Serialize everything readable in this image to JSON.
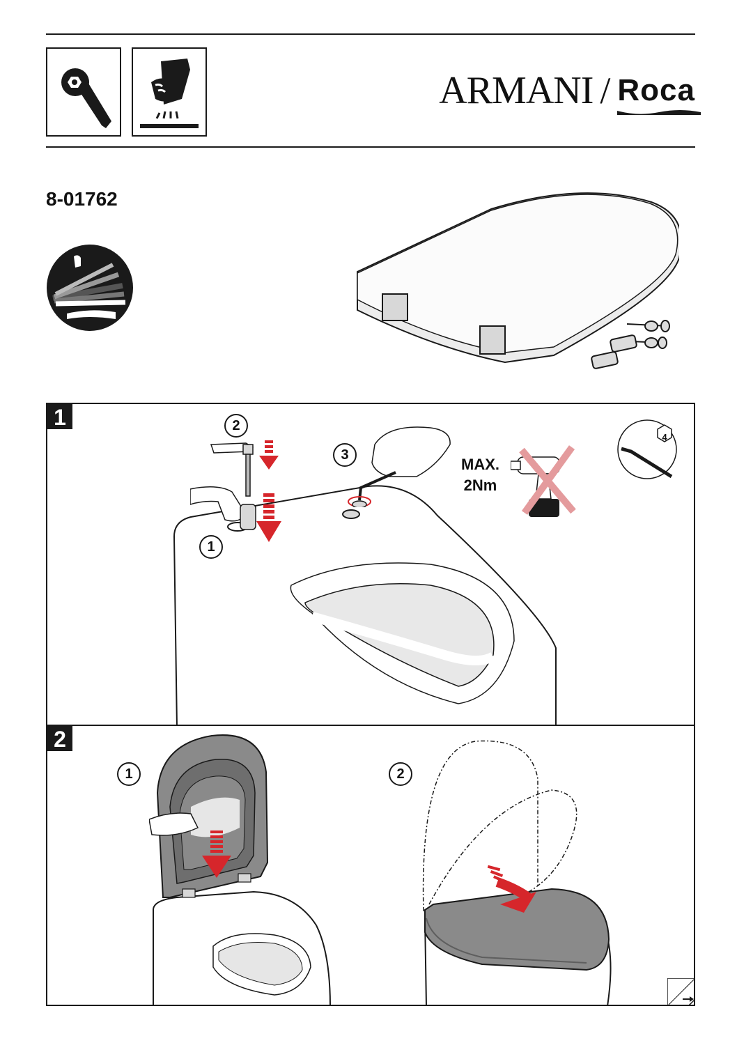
{
  "header": {
    "brand_left": "ARMANI",
    "brand_sep": "/",
    "brand_right": "Roca",
    "icons": [
      "wrench-icon",
      "cleaning-cloth-icon"
    ]
  },
  "product": {
    "code": "8-01762",
    "badge_icon": "soft-close-icon"
  },
  "step1": {
    "number": "1",
    "substeps": [
      "1",
      "2",
      "3"
    ],
    "torque_line1": "MAX.",
    "torque_line2": "2Nm",
    "hex_key_size": "4",
    "icons": [
      "hex-key-icon",
      "cordless-drill-crossed-icon"
    ]
  },
  "step2": {
    "number": "2",
    "substeps": [
      "1",
      "2"
    ]
  },
  "footer": {
    "icon": "page-turn-icon"
  },
  "colors": {
    "ink": "#1a1a1a",
    "accent_red": "#d6262b",
    "seat_grey": "#8a8a8a",
    "light_grey": "#e6e6e6"
  }
}
